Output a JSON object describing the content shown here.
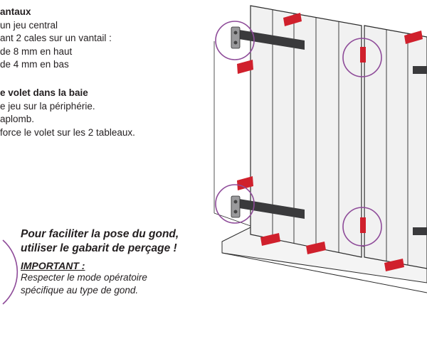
{
  "section1": {
    "heading": "antaux",
    "lines": [
      "un jeu central",
      "ant 2 cales sur un vantail :",
      "de 8 mm en haut",
      "de 4 mm en bas"
    ]
  },
  "section2": {
    "heading": "e volet dans la baie",
    "lines": [
      "e jeu sur la périphérie.",
      "aplomb.",
      "force le volet sur les 2 tableaux."
    ]
  },
  "note": {
    "title_line1": "Pour faciliter la pose du gond,",
    "title_line2": "utiliser le gabarit de perçage !",
    "important": "IMPORTANT :",
    "body_line1": "Respecter le mode opératoire",
    "body_line2": "spécifique au type de gond."
  },
  "colors": {
    "wedge_red": "#d0202c",
    "circle_purple": "#8e4b99",
    "hinge_bar": "#3a3a3c",
    "panel_fill": "#f1f1f1",
    "outline": "#2b2b2b"
  }
}
